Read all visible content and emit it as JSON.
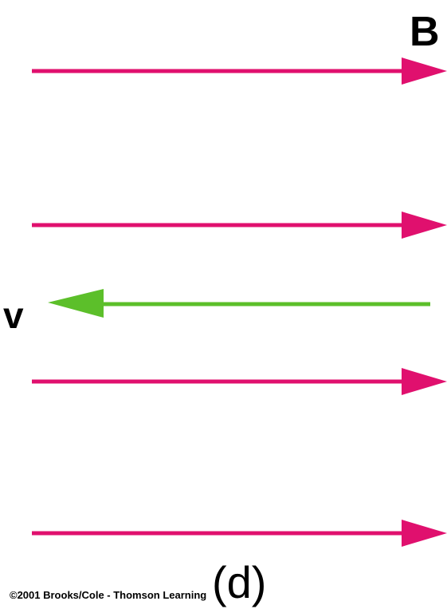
{
  "labels": {
    "field": "B",
    "velocity": "v",
    "panel": "(d)",
    "copyright": "©2001 Brooks/Cole - Thomson Learning"
  },
  "field_lines": {
    "count": 4,
    "direction": "right",
    "color": "#e0106e"
  },
  "velocity_vector": {
    "direction": "left",
    "color": "#5cbf2a"
  }
}
